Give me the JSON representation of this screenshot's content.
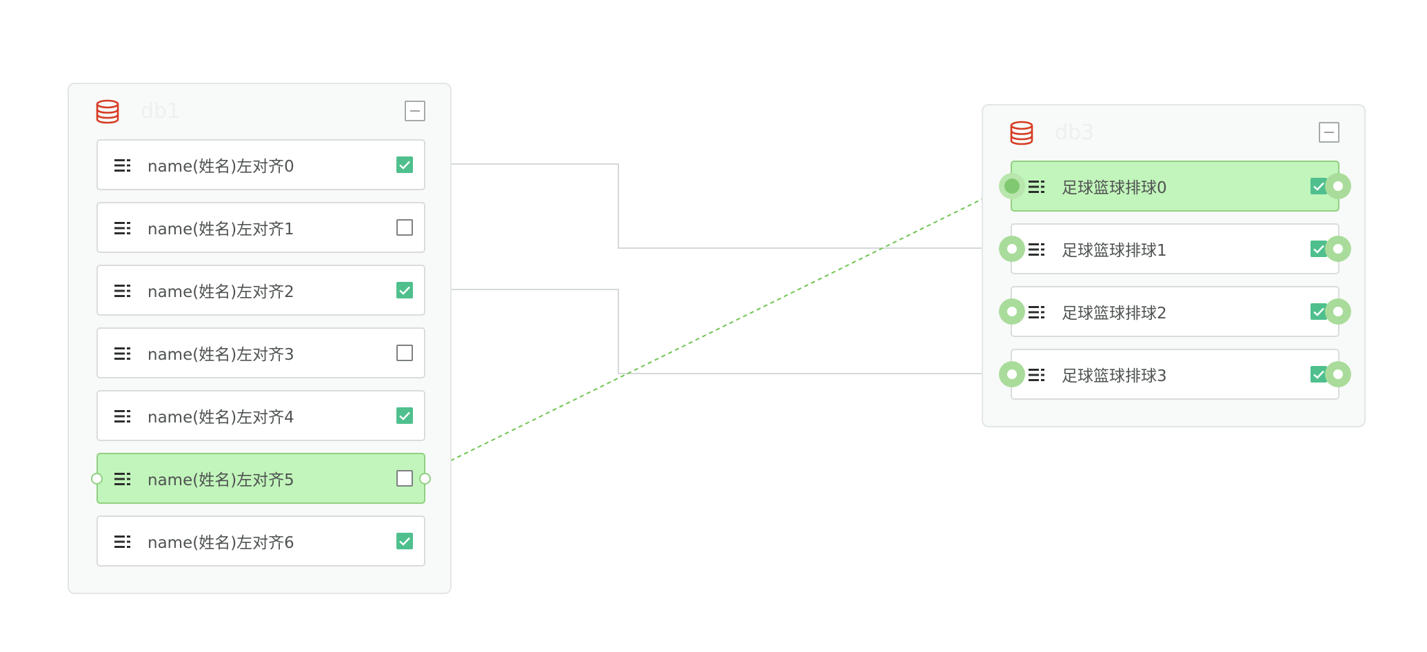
{
  "colors": {
    "db_icon": "#d63b22",
    "checkbox_checked": "#4fc08d",
    "active_row": "#c2f5bb",
    "edge_solid": "#d5d8d8",
    "edge_dashed": "#6fc451"
  },
  "icons": {
    "database": "database-icon",
    "field": "field-list-icon",
    "collapse": "minus-square-icon"
  },
  "nodes": [
    {
      "title": "db1",
      "fields": [
        {
          "label": "name(姓名)左对齐0",
          "checked": true,
          "active": false
        },
        {
          "label": "name(姓名)左对齐1",
          "checked": false,
          "active": false
        },
        {
          "label": "name(姓名)左对齐2",
          "checked": true,
          "active": false
        },
        {
          "label": "name(姓名)左对齐3",
          "checked": false,
          "active": false
        },
        {
          "label": "name(姓名)左对齐4",
          "checked": true,
          "active": false
        },
        {
          "label": "name(姓名)左对齐5",
          "checked": false,
          "active": true
        },
        {
          "label": "name(姓名)左对齐6",
          "checked": true,
          "active": false
        }
      ]
    },
    {
      "title": "db3",
      "fields": [
        {
          "label": "足球篮球排球0",
          "checked": true,
          "active": true
        },
        {
          "label": "足球篮球排球1",
          "checked": true,
          "active": false
        },
        {
          "label": "足球篮球排球2",
          "checked": true,
          "active": false
        },
        {
          "label": "足球篮球排球3",
          "checked": true,
          "active": false
        }
      ]
    }
  ],
  "edges": [
    {
      "from": "db1.name(姓名)左对齐0",
      "to": "db3.足球篮球排球1",
      "style": "solid"
    },
    {
      "from": "db1.name(姓名)左对齐2",
      "to": "db3.足球篮球排球3",
      "style": "solid"
    },
    {
      "from": "db1.name(姓名)左对齐5",
      "to": "db3.足球篮球排球0",
      "style": "dashed"
    }
  ]
}
